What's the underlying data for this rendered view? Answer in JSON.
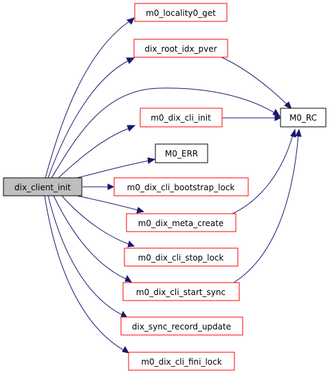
{
  "colors": {
    "edge": "#191970",
    "root_fill": "#bfbfbf",
    "documented_border": "#ff0000",
    "undocumented_border": "#000000",
    "node_fill": "#ffffff"
  },
  "graph": {
    "root": {
      "label": "dix_client_init"
    },
    "callees": [
      {
        "label": "m0_locality0_get"
      },
      {
        "label": "dix_root_idx_pver"
      },
      {
        "label": "m0_dix_cli_init"
      },
      {
        "label": "M0_ERR"
      },
      {
        "label": "m0_dix_cli_bootstrap_lock"
      },
      {
        "label": "m0_dix_meta_create"
      },
      {
        "label": "m0_dix_cli_stop_lock"
      },
      {
        "label": "m0_dix_cli_start_sync"
      },
      {
        "label": "dix_sync_record_update"
      },
      {
        "label": "m0_dix_cli_fini_lock"
      },
      {
        "label": "M0_RC"
      }
    ]
  }
}
